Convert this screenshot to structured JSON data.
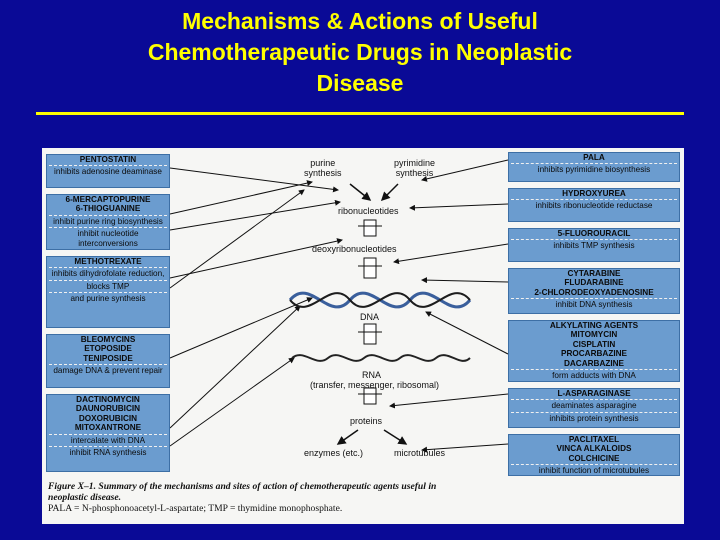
{
  "title": {
    "line1": "Mechanisms & Actions of Useful",
    "line2": "Chemotherapeutic Drugs in Neoplastic",
    "line3": "Disease"
  },
  "left_boxes": [
    {
      "drugs": [
        "PENTOSTATIN"
      ],
      "actions": [
        "inhibits adenosine deaminase"
      ]
    },
    {
      "drugs": [
        "6-MERCAPTOPURINE",
        "6-THIOGUANINE"
      ],
      "actions": [
        "inhibit purine ring biosynthesis",
        "inhibit nucleotide interconversions"
      ]
    },
    {
      "drugs": [
        "METHOTREXATE"
      ],
      "actions": [
        "inhibits dihydrofolate reduction,",
        "blocks TMP",
        "and purine synthesis"
      ]
    },
    {
      "drugs": [
        "BLEOMYCINS",
        "ETOPOSIDE",
        "TENIPOSIDE"
      ],
      "actions": [
        "damage DNA & prevent repair"
      ]
    },
    {
      "drugs": [
        "DACTINOMYCIN",
        "DAUNORUBICIN",
        "DOXORUBICIN",
        "MITOXANTRONE"
      ],
      "actions": [
        "intercalate with DNA",
        "inhibit RNA synthesis"
      ]
    }
  ],
  "right_boxes": [
    {
      "drugs": [
        "PALA"
      ],
      "actions": [
        "inhibits pyrimidine biosynthesis"
      ]
    },
    {
      "drugs": [
        "HYDROXYUREA"
      ],
      "actions": [
        "inhibits ribonucleotide reductase"
      ]
    },
    {
      "drugs": [
        "5-FLUOROURACIL"
      ],
      "actions": [
        "inhibits TMP synthesis"
      ]
    },
    {
      "drugs": [
        "CYTARABINE",
        "FLUDARABINE",
        "2-CHLORODEOXYADENOSINE"
      ],
      "actions": [
        "inhibit DNA synthesis"
      ]
    },
    {
      "drugs": [
        "ALKYLATING AGENTS",
        "MITOMYCIN",
        "CISPLATIN",
        "PROCARBAZINE",
        "DACARBAZINE"
      ],
      "actions": [
        "form adducts with DNA"
      ]
    },
    {
      "drugs": [
        "L-ASPARAGINASE"
      ],
      "actions": [
        "deaminates asparagine",
        "inhibits protein synthesis"
      ]
    },
    {
      "drugs": [
        "PACLITAXEL",
        "VINCA ALKALOIDS",
        "COLCHICINE"
      ],
      "actions": [
        "inhibit function of microtubules"
      ]
    }
  ],
  "pathway": {
    "purine": [
      "purine",
      "synthesis"
    ],
    "pyrimidine": [
      "pyrimidine",
      "synthesis"
    ],
    "ribonucleotides": "ribonucleotides",
    "deoxyribonucleotides": "deoxyribonucleotides",
    "dna": "DNA",
    "rna": "RNA",
    "rna_types": "(transfer, messenger, ribosomal)",
    "proteins": "proteins",
    "enzymes": "enzymes (etc.)",
    "microtubules": "microtubules"
  },
  "caption": {
    "label": "Figure X–1.",
    "line1": "Summary of the mechanisms and sites of action of chemotherapeutic agents useful in",
    "line2": "neoplastic disease.",
    "line3": "PALA = N-phosphonoacetyl-L-aspartate; TMP = thymidine monophosphate."
  },
  "colors": {
    "background": "#0a0a96",
    "title": "#ffff00",
    "box": "#6b9ccf",
    "figure": "#f6f6f4"
  }
}
